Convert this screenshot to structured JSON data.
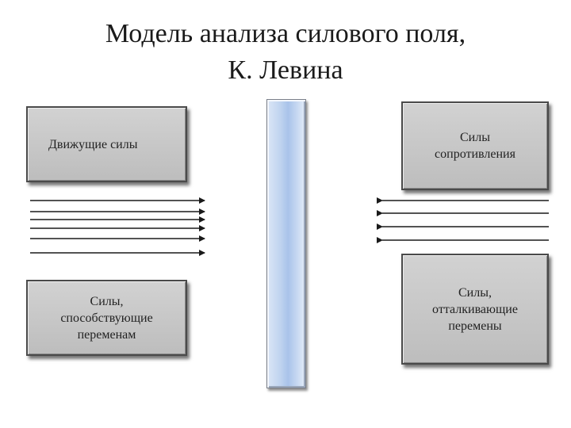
{
  "title": {
    "line1": "Модель анализа силового поля,",
    "line2": "К. Левина"
  },
  "boxes": {
    "driving_forces": "Движущие силы",
    "resisting_forces": "Силы\nсопротивления",
    "forces_for_change": "Силы,\nспособствующие\nпеременам",
    "forces_against_change": "Силы,\nотталкивающие\nперемены"
  },
  "colors": {
    "box_fill": "#c8c8c8",
    "bar_fill": "#bfd3ef",
    "arrow_color": "#1a1a1a"
  }
}
